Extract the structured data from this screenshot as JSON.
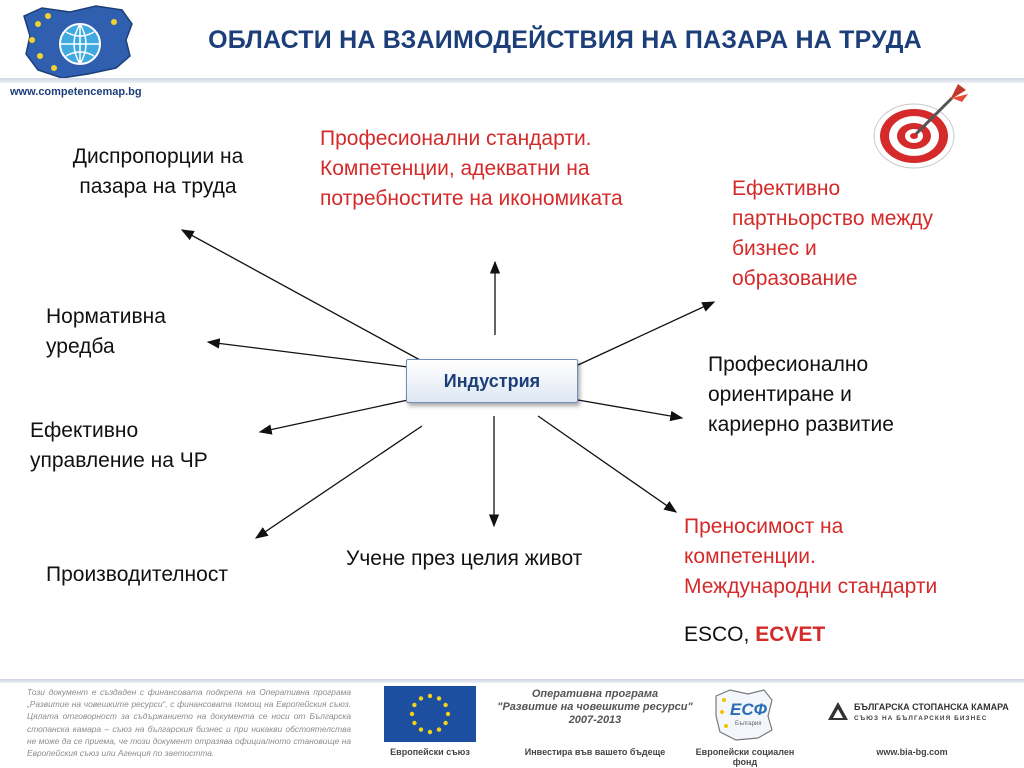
{
  "header": {
    "title": "ОБЛАСТИ НА ВЗАИМОДЕЙСТВИЯ НА ПАЗАРА НА ТРУДА",
    "site_url": "www.competencemap.bg"
  },
  "diagram": {
    "center": "Индустрия",
    "nodes": {
      "imbalances": [
        "Диспропорции на",
        "пазара на труда"
      ],
      "standards": [
        "Професионални стандарти.",
        "Компетенции, адекватни на",
        "потребностите на икономиката"
      ],
      "partnership": [
        "Ефективно",
        "партньорство между",
        "бизнес и",
        "образование"
      ],
      "regulation": [
        "Нормативна",
        "уредба"
      ],
      "guidance": [
        "Професионално",
        "ориентиране и",
        "кариерно развитие"
      ],
      "hr": [
        "Ефективно",
        "управление на ЧР"
      ],
      "transferability": [
        "Преносимост на",
        "компетенции.",
        "Международни стандарти"
      ],
      "lifelong": [
        "Учене през целия живот"
      ],
      "productivity": [
        "Производителност"
      ],
      "esco": "ESCO, ",
      "ecvet": "ECVET"
    },
    "colors": {
      "accent_red": "#d42a2a",
      "title_blue": "#1c3f7a"
    }
  },
  "footer": {
    "disclaimer": "Този документ е създаден с финансовата подкрепа на Оперативна програма „Развитие на човешките ресурси“, с финансовата помощ на Европейския съюз. Цялата отговорност за съдържанието на документа се носи от Българска стопанска камара – съюз на българския бизнес и при никакви обстоятелства не може да се приема, че този документ отразява официалното становище на Европейския съюз или Агенция по заетостта.",
    "eu_caption": "Европейски съюз",
    "op_title": "Оперативна програма",
    "op_name": "\"Развитие на човешките ресурси\"",
    "op_years": "2007-2013",
    "op_caption": "Инвестира във вашето бъдеще",
    "esf_logo": "ЕСФ",
    "esf_sub": "България",
    "esf_caption": "Европейски социален фонд",
    "bia_name": "БЪЛГАРСКА СТОПАНСКА КАМАРА",
    "bia_sub": "СЪЮЗ НА БЪЛГАРСКИЯ БИЗНЕС",
    "bia_caption": "www.bia-bg.com"
  }
}
